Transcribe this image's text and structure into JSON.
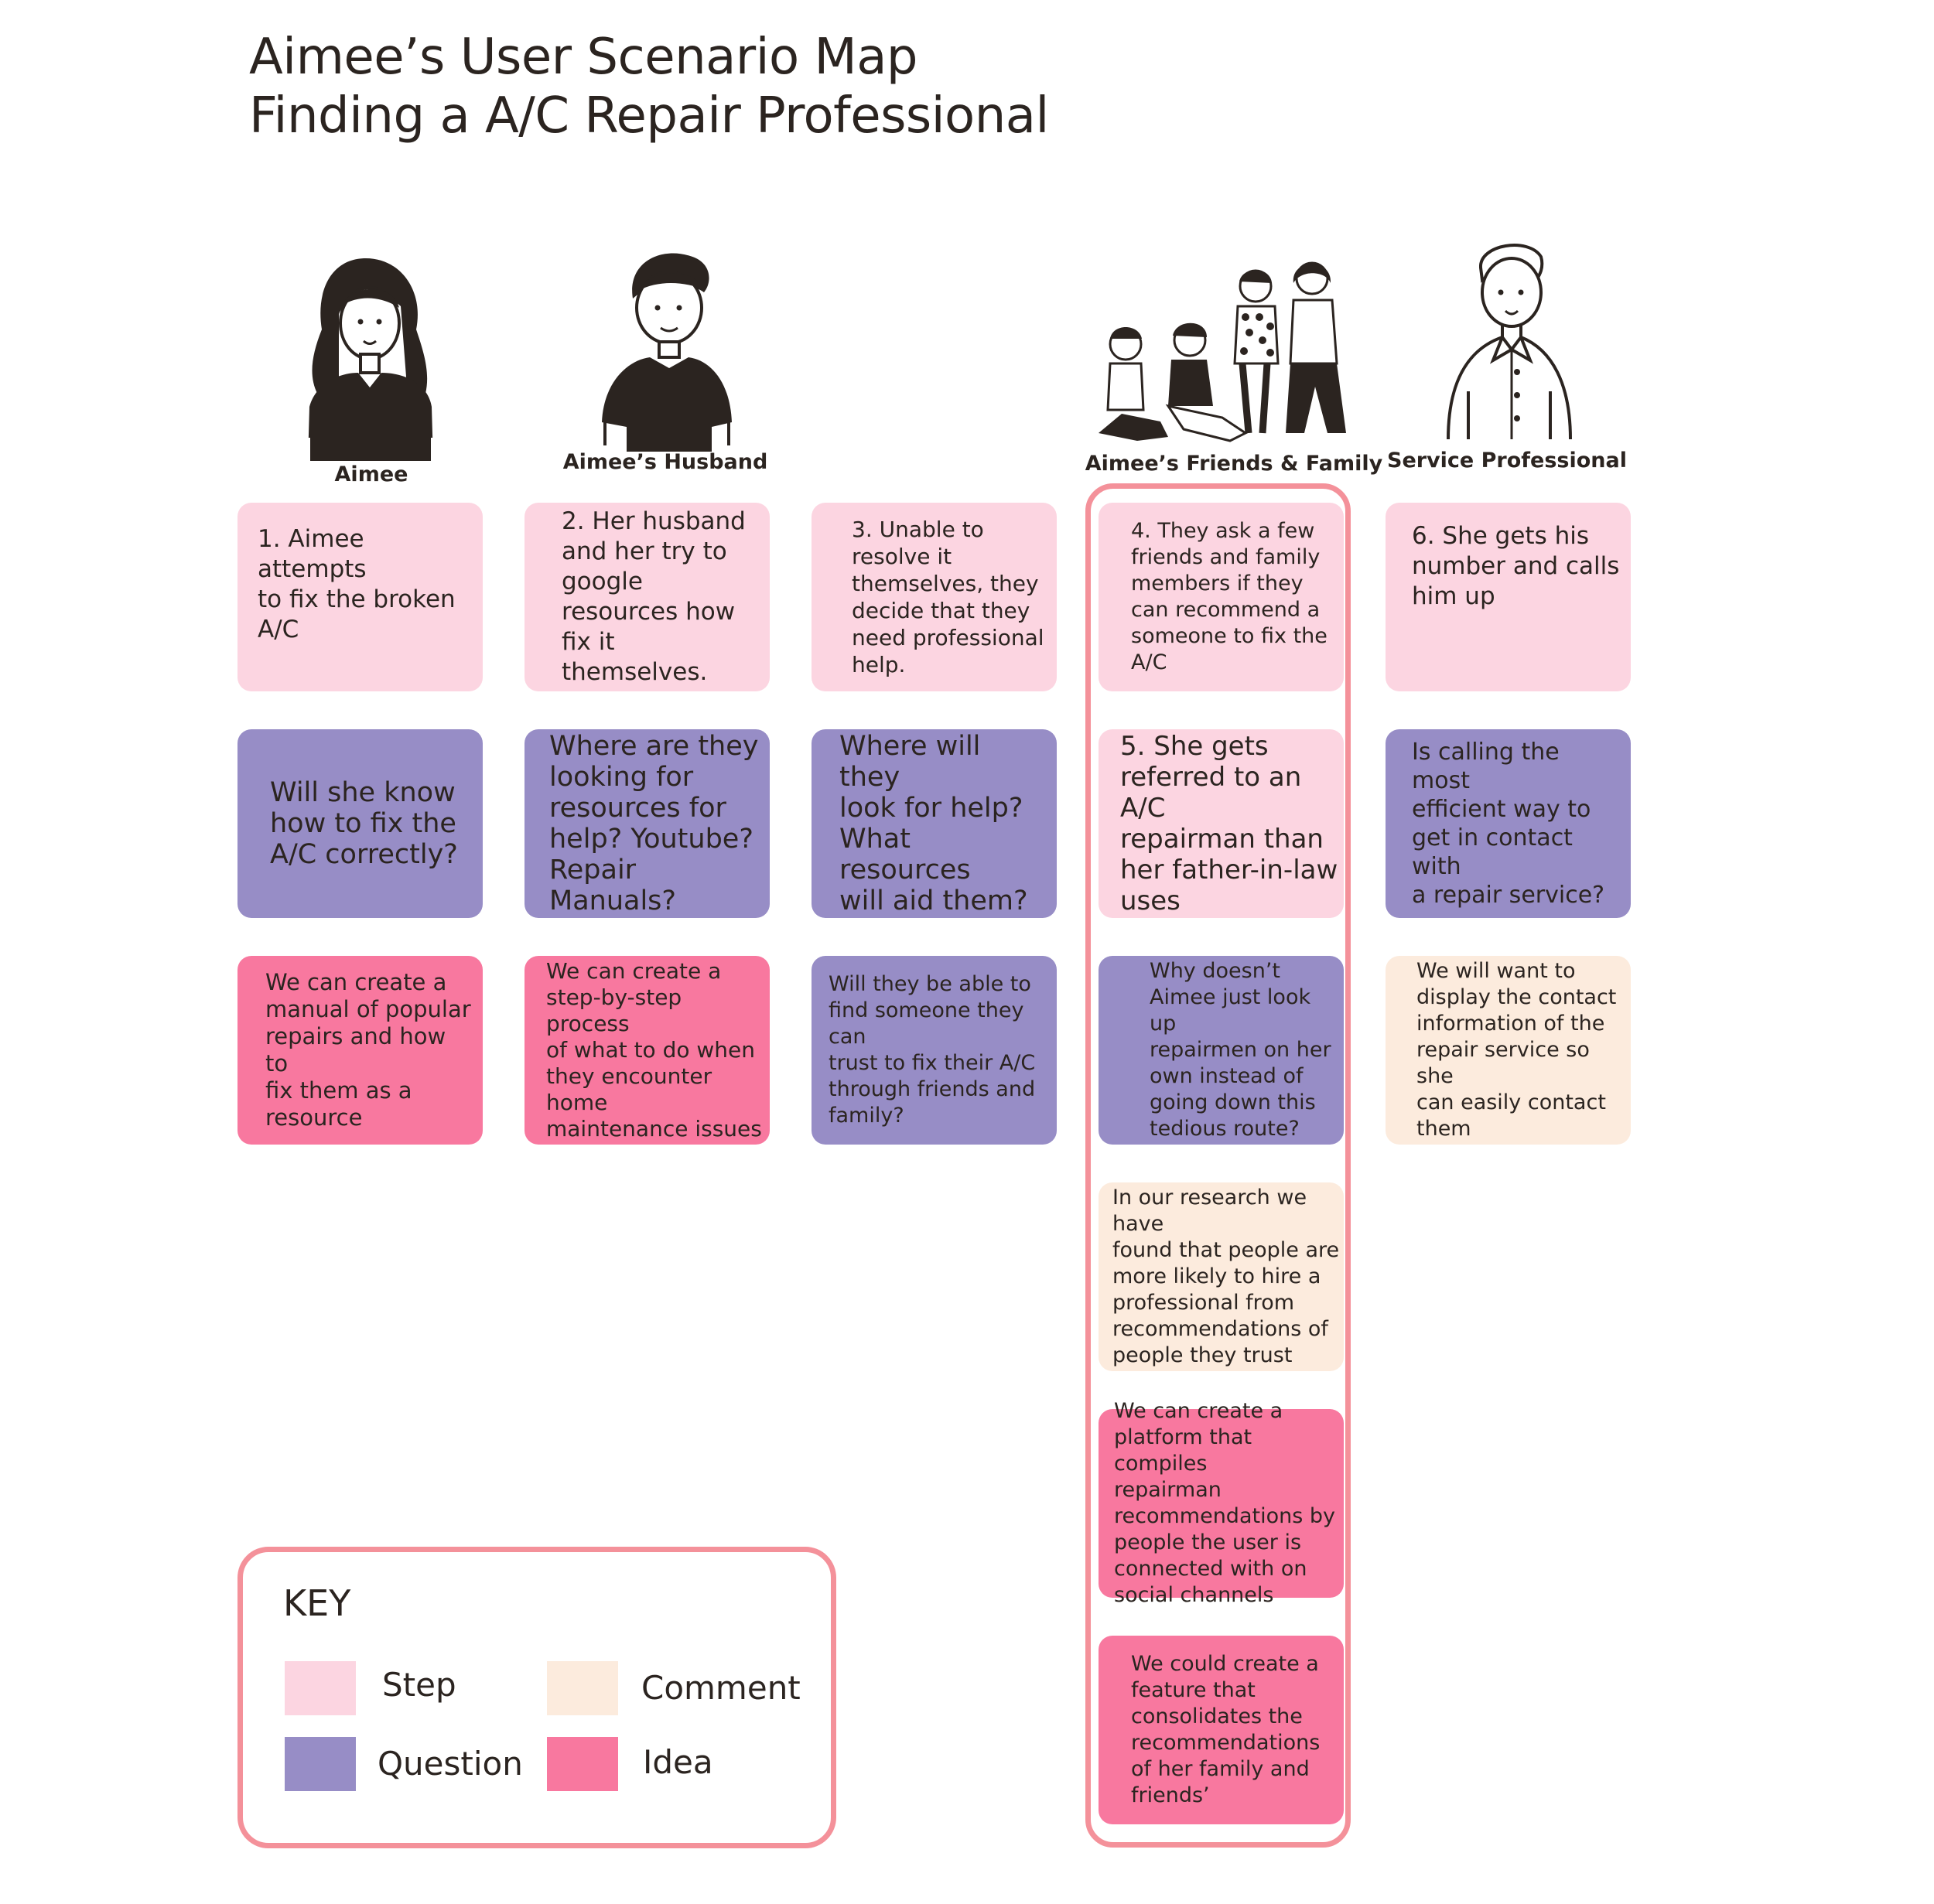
{
  "title": {
    "line1": "Aimee’s User Scenario Map",
    "line2": "Finding a A/C Repair Professional"
  },
  "personas": [
    {
      "label": "Aimee",
      "icon": "woman-illustration-icon"
    },
    {
      "label": "Aimee’s Husband",
      "icon": "man-illustration-icon"
    },
    {
      "label": "Aimee’s Friends & Family",
      "icon": "group-illustration-icon"
    },
    {
      "label": "Service Professional",
      "icon": "professional-illustration-icon"
    }
  ],
  "cards": {
    "c1_step": "1. Aimee attempts\nto fix the broken\nA/C",
    "c1_question": "Will she know\nhow to fix the\nA/C correctly?",
    "c1_idea": "We can create a\nmanual of popular\nrepairs and how to\nfix them as a\nresource",
    "c2_step": "2. Her husband\nand her try to\ngoogle\nresources how\nfix it themselves.",
    "c2_question": "Where are they\nlooking for\nresources for\nhelp? Youtube?\nRepair Manuals?",
    "c2_idea": "We can create a\nstep-by-step process\nof what to do when\nthey encounter home\nmaintenance issues",
    "c3_step": "3. Unable to\nresolve it\nthemselves, they\ndecide that they\nneed professional\nhelp.",
    "c3_question": "Where will they\nlook for help?\nWhat resources\nwill aid them?",
    "c3_question2": "Will they be able to\nfind someone they can\ntrust to fix their A/C\nthrough friends and\nfamily?",
    "c4_step": "4. They ask a few\nfriends and family\nmembers if they\ncan recommend a\nsomeone to fix the\nA/C",
    "c4_step5": "5. She gets\nreferred to an A/C\nrepairman than\nher father-in-law\nuses",
    "c4_question": "Why doesn’t\nAimee just look up\nrepairmen on her\nown instead of\ngoing down this\ntedious route?",
    "c4_comment": "In our research we have\nfound that people are\nmore likely to hire a\nprofessional from\nrecommendations of\npeople they trust",
    "c4_idea1": "We can create a\nplatform that  compiles\nrepairman\nrecommendations by\npeople the user is\nconnected with on\nsocial channels",
    "c4_idea2": "We could create a\nfeature that\nconsolidates the\nrecommendations\nof her family and\nfriends’",
    "c6_step": "6. She gets his\nnumber and calls\nhim up",
    "c6_question": "Is calling the most\nefficient way to\nget in contact with\na repair service?",
    "c6_comment": "We will want to\ndisplay the contact\ninformation of the\nrepair service so she\ncan easily contact\nthem"
  },
  "key": {
    "title": "KEY",
    "step": "Step",
    "comment": "Comment",
    "question": "Question",
    "idea": "Idea"
  },
  "colors": {
    "step": "#fcd5e1",
    "question": "#978dc6",
    "comment": "#fcebdd",
    "idea": "#f8789f",
    "highlight_border": "#f4919a"
  }
}
